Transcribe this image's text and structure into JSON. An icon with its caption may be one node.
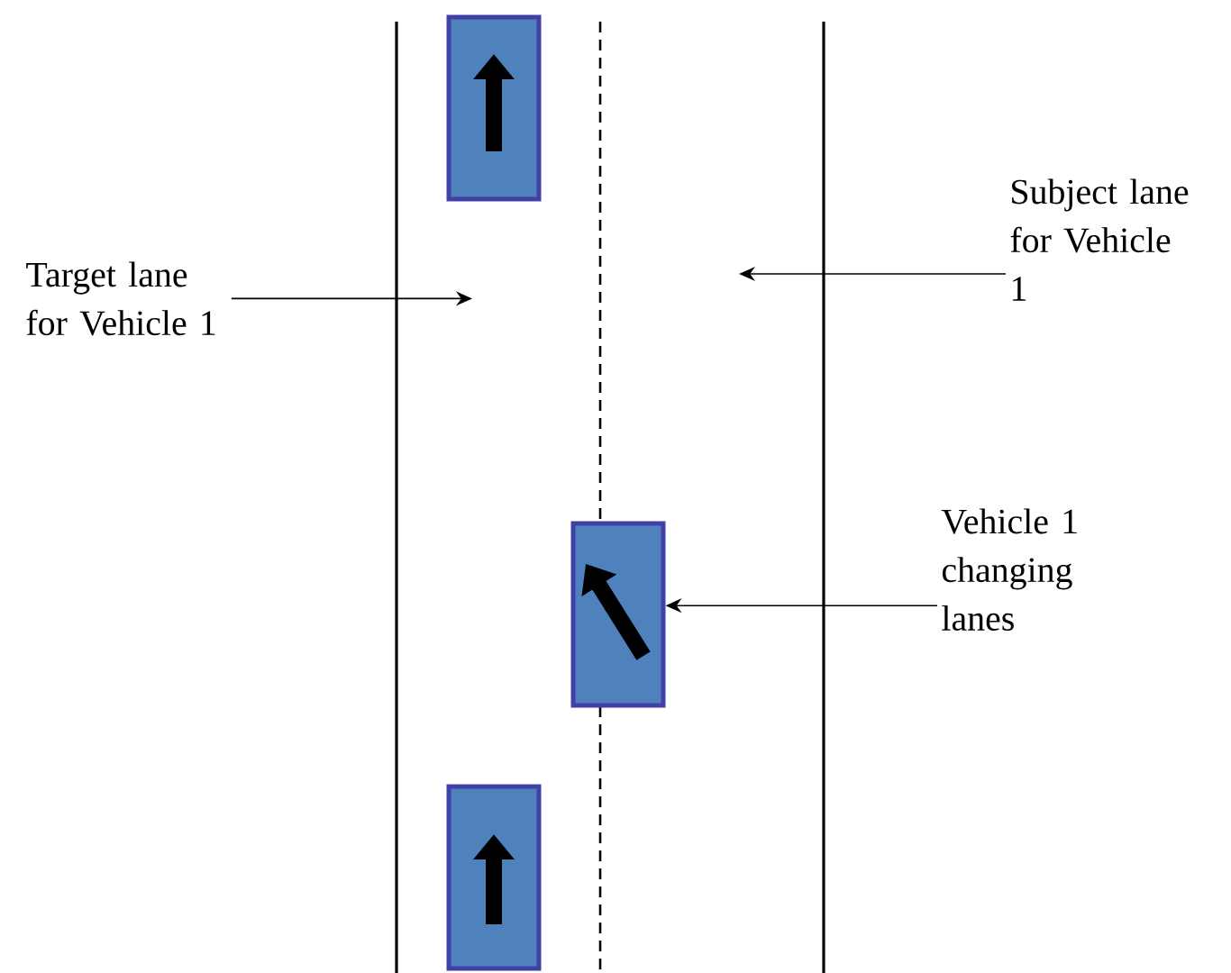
{
  "diagram": {
    "nodes": [
      {
        "text": [
          "Target lane for Vehicle 1"
        ]
      },
      {
        "text": [
          "Subject lane for Vehicle 1"
        ]
      },
      {
        "text": [
          "Vehicle 1 changing lanes"
        ]
      },
      {
        "text": [],
        "shape": "box"
      },
      {
        "text": [],
        "shape": "box"
      },
      {
        "text": [],
        "shape": "box"
      }
    ],
    "edges": [
      {
        "from": 0,
        "to": null,
        "arrow": "to"
      },
      {
        "from": 1,
        "to": null,
        "arrow": "to"
      },
      {
        "from": 2,
        "to": 4,
        "arrow": "to"
      }
    ]
  }
}
